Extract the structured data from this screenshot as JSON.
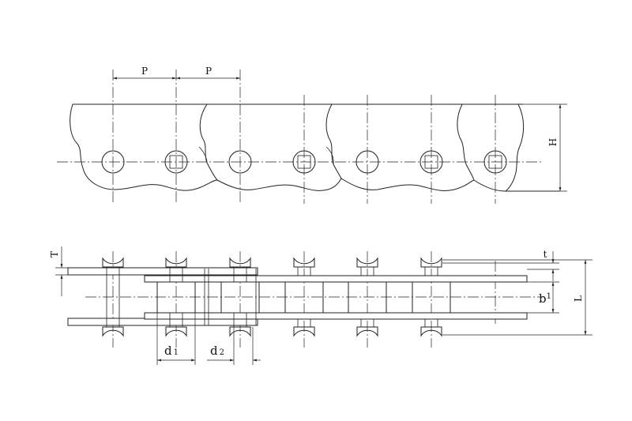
{
  "labels": {
    "pitch": "P",
    "height": "H",
    "plate_thickness_T": "T",
    "thickness_t": "t",
    "inner_width": "b1",
    "inner_width_base": "b",
    "inner_width_sub": "1",
    "length": "L",
    "roller_dia_base": "d",
    "roller_dia_sub": "1",
    "pin_dia_base": "d",
    "pin_dia_sub": "2"
  }
}
